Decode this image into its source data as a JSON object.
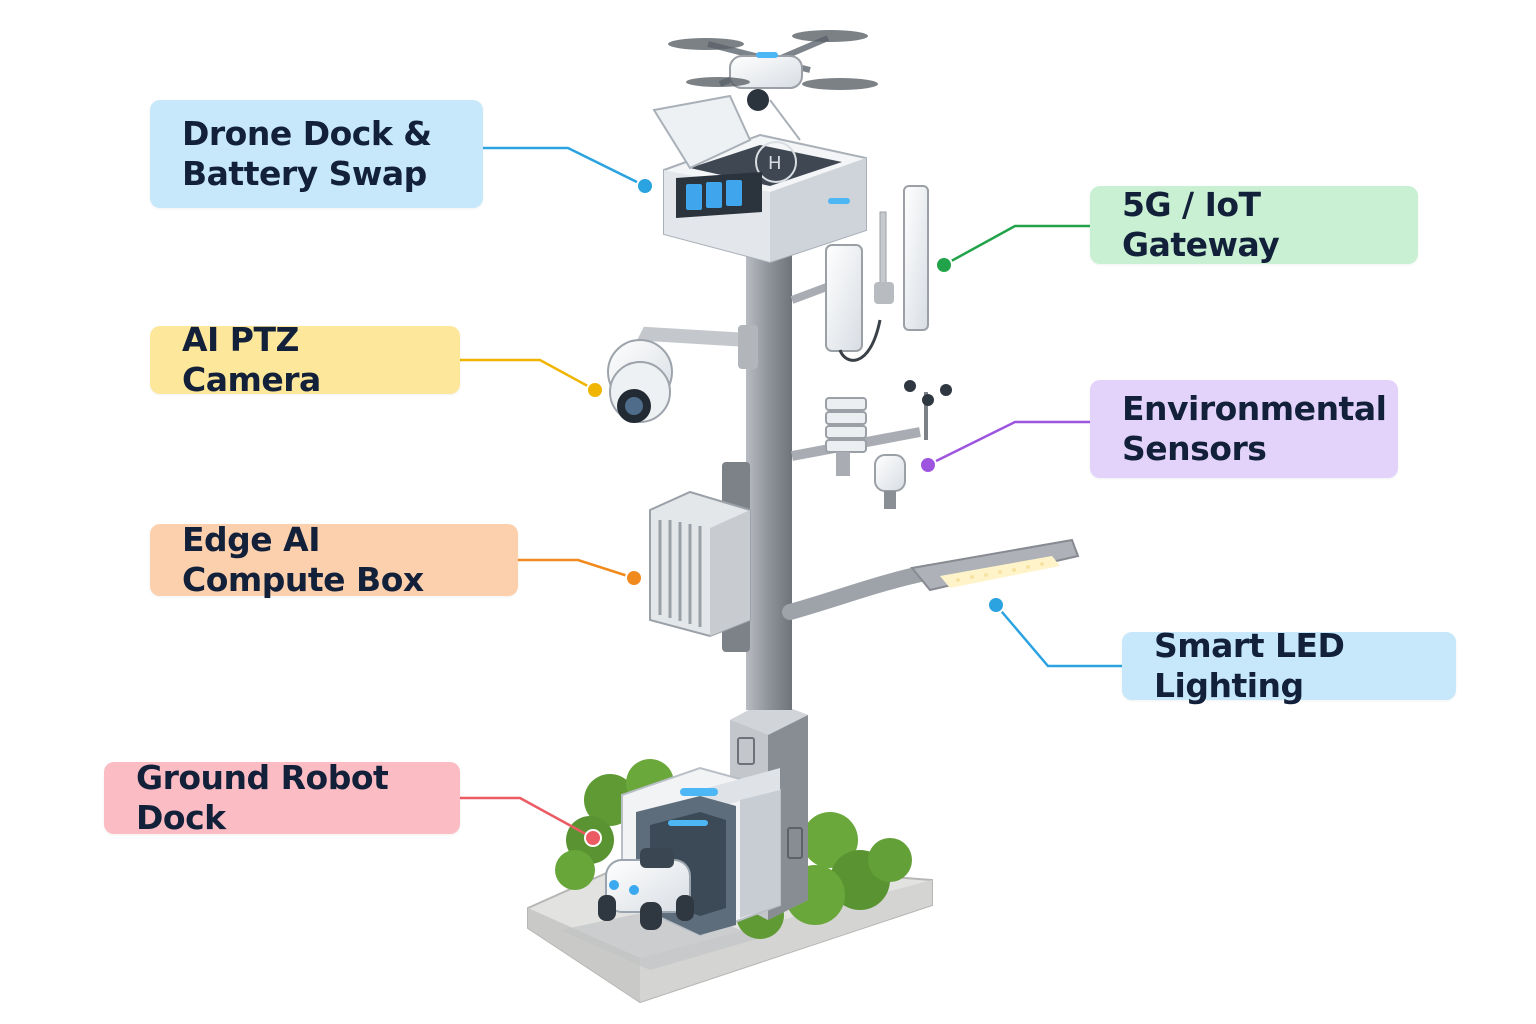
{
  "components": [
    {
      "key": "drone_dock",
      "label": "Drone Dock &\nBattery Swap",
      "color": "#2ba3e0",
      "bg": "#c7e7fb"
    },
    {
      "key": "gateway",
      "label": "5G / IoT Gateway",
      "color": "#22a34a",
      "bg": "#c9f0d3"
    },
    {
      "key": "camera",
      "label": "AI PTZ Camera",
      "color": "#f0b500",
      "bg": "#fde79a"
    },
    {
      "key": "sensors",
      "label": "Environmental\nSensors",
      "color": "#9d55e0",
      "bg": "#e3d3fb"
    },
    {
      "key": "edge_box",
      "label": "Edge AI Compute Box",
      "color": "#f08a1c",
      "bg": "#fdd0ad"
    },
    {
      "key": "led",
      "label": "Smart LED Lighting",
      "color": "#2ba3e0",
      "bg": "#c7e7fb"
    },
    {
      "key": "robot_dock",
      "label": "Ground Robot Dock",
      "color": "#ec5b63",
      "bg": "#fbbcc3"
    }
  ]
}
